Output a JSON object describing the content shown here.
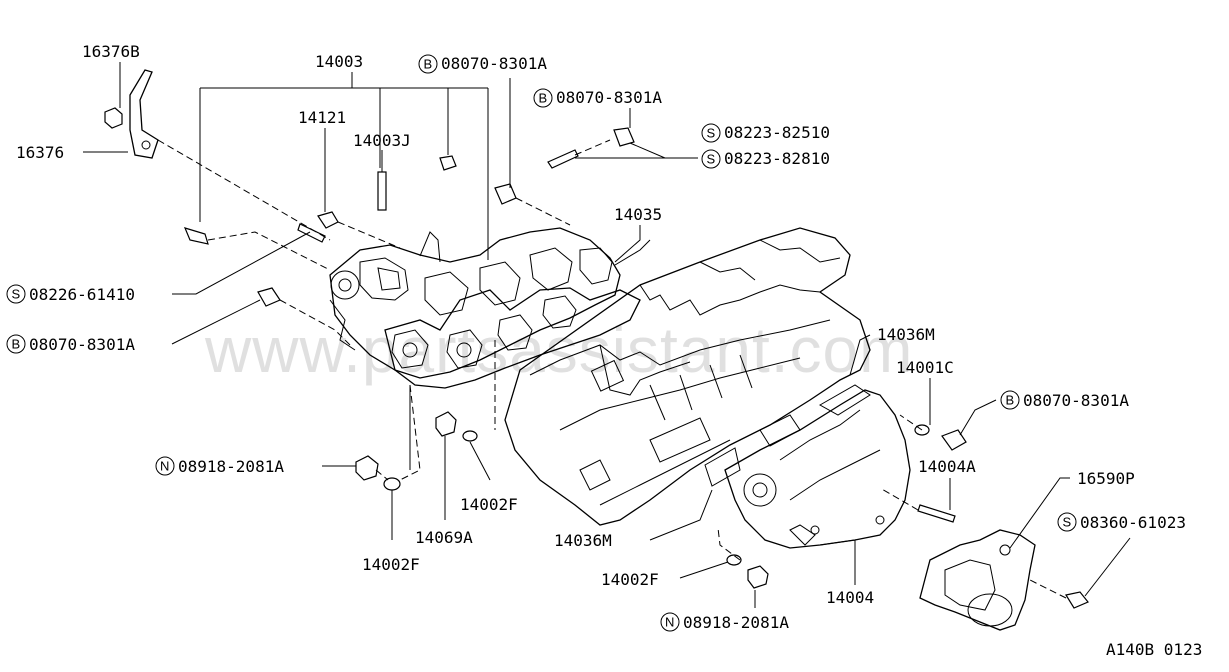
{
  "watermark": "www.partsassistant.com",
  "drawing_code": "A140B 0123",
  "labels": {
    "p16376B": "16376B",
    "p16376": "16376",
    "p14003": "14003",
    "p14121": "14121",
    "p14003J": "14003J",
    "b08070_top": "08070-8301A",
    "b08070_mid": "08070-8301A",
    "s08223_a": "08223-82510",
    "s08223_b": "08223-82810",
    "p14035": "14035",
    "s08226": "08226-61410",
    "b08070_left": "08070-8301A",
    "p14036M_top": "14036M",
    "p14001C": "14001C",
    "b08070_right": "08070-8301A",
    "p14004A": "14004A",
    "n08918_left": "08918-2081A",
    "p14002F_mid": "14002F",
    "p16590P": "16590P",
    "s08360": "08360-61023",
    "p14069A": "14069A",
    "p14036M_bot": "14036M",
    "p14002F_low": "14002F",
    "p14002F_right": "14002F",
    "p14004": "14004",
    "n08918_bot": "08918-2081A"
  },
  "prefixes": {
    "b": "B",
    "s": "S",
    "n": "N"
  }
}
